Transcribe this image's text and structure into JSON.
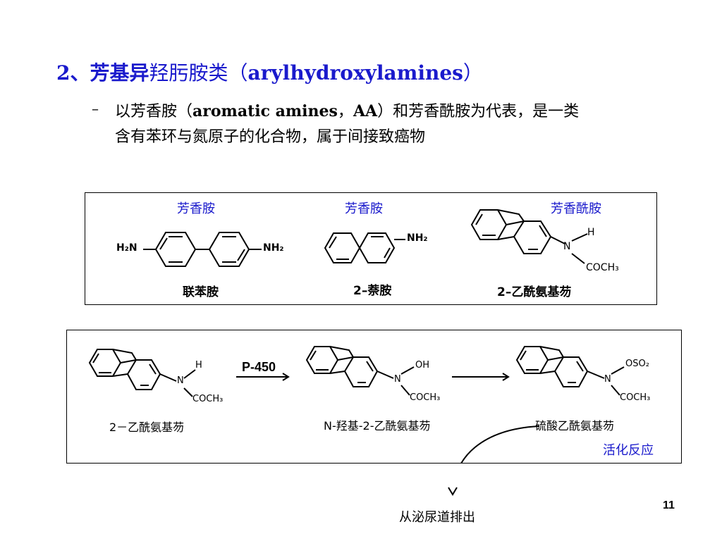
{
  "title": {
    "number": "2、",
    "bold": "芳基异",
    "rest": "羟肟胺类（",
    "latin": "arylhydroxylamines",
    "close": "）"
  },
  "bullet": {
    "marker": "–",
    "line1_a": "以芳香胺（",
    "line1_b": "aromatic amines",
    "line1_c": "，",
    "line1_d": "AA",
    "line1_e": "）和芳香酰胺为代表，是一类",
    "line2": "含有苯环与氮原子的化合物，属于间接致癌物"
  },
  "figure1": {
    "labels": [
      "芳香胺",
      "芳香胺",
      "芳香酰胺"
    ],
    "names": [
      "联苯胺",
      "2–萘胺",
      "2–乙酰氨基芴"
    ],
    "h2n": "H₂N",
    "nh2": "NH₂",
    "nh2b": "NH₂",
    "n": "N",
    "h": "H",
    "coch3": "COCH₃"
  },
  "figure2": {
    "enzyme": "P-450",
    "names": [
      "2－乙酰氨基芴",
      "N-羟基-2-乙酰氨基芴",
      "硫酸乙酰氨基芴"
    ],
    "activation": "活化反应",
    "excretion": "从泌尿道排出",
    "n": "N",
    "h": "H",
    "oh": "OH",
    "oso2": "OSO₂",
    "coch3": "COCH₃"
  },
  "page_number": "11"
}
